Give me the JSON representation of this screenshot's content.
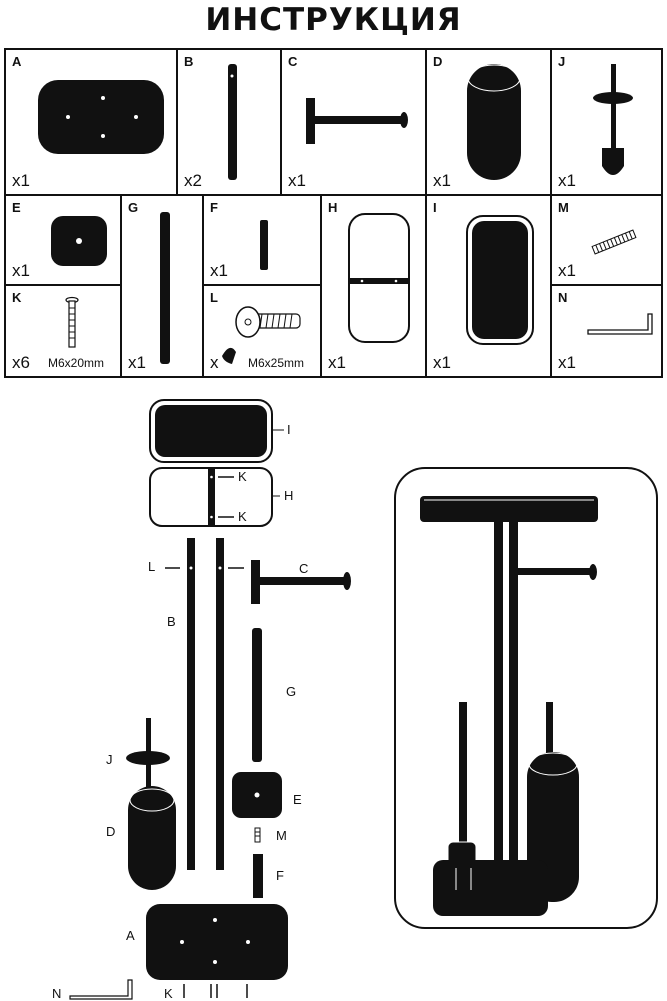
{
  "title": "ИНСТРУКЦИЯ",
  "parts": [
    {
      "letter": "A",
      "qty": "x1"
    },
    {
      "letter": "B",
      "qty": "x2"
    },
    {
      "letter": "C",
      "qty": "x1"
    },
    {
      "letter": "D",
      "qty": "x1"
    },
    {
      "letter": "J",
      "qty": "x1"
    },
    {
      "letter": "E",
      "qty": "x1"
    },
    {
      "letter": "G",
      "qty": "x1"
    },
    {
      "letter": "F",
      "qty": "x1"
    },
    {
      "letter": "H",
      "qty": "x1"
    },
    {
      "letter": "I",
      "qty": "x1"
    },
    {
      "letter": "M",
      "qty": "x1"
    },
    {
      "letter": "K",
      "qty": "x6",
      "size": "M6x20mm"
    },
    {
      "letter": "L",
      "qty": "x",
      "size": "M6x25mm"
    },
    {
      "letter": "N",
      "qty": "x1"
    }
  ],
  "assembly_labels": {
    "I": "I",
    "K1": "K",
    "K2": "K",
    "H": "H",
    "L": "L",
    "C": "C",
    "B": "B",
    "G": "G",
    "J": "J",
    "E": "E",
    "D": "D",
    "M": "M",
    "F": "F",
    "A": "A",
    "N": "N",
    "K3": "K"
  },
  "colors": {
    "ink": "#111111",
    "paper": "#ffffff"
  }
}
